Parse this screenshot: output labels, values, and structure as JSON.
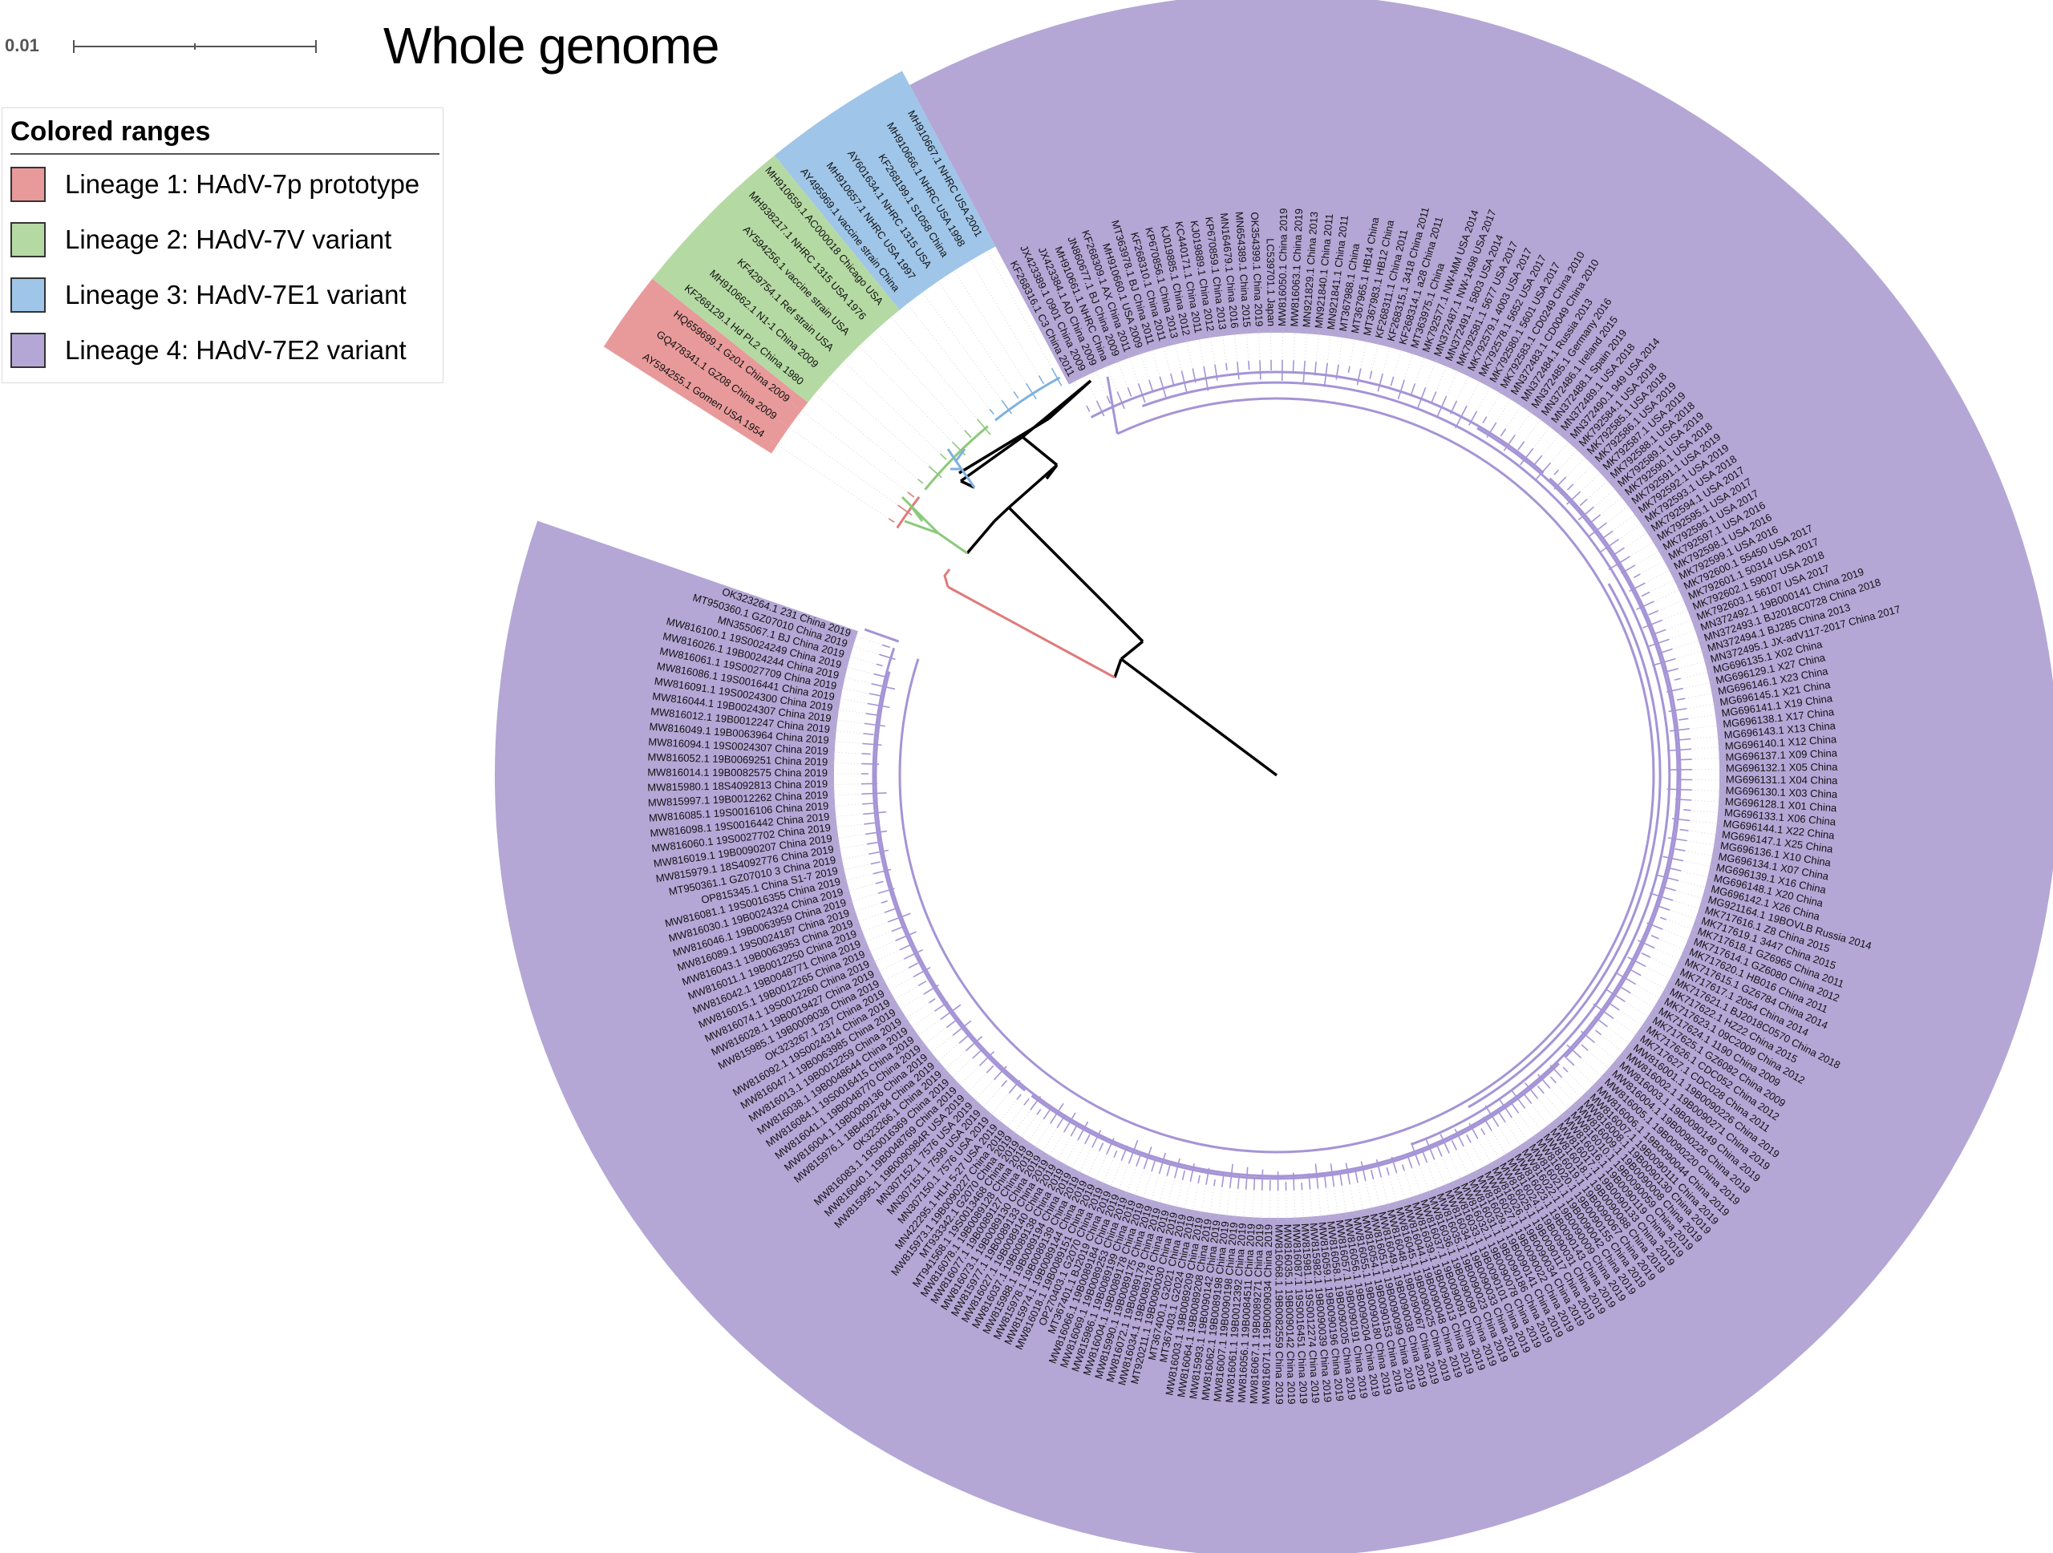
{
  "title": "Whole genome",
  "scale_bar": {
    "label": "0.01"
  },
  "legend": {
    "title": "Colored ranges",
    "items": [
      {
        "label": "Lineage 1: HAdV-7p prototype",
        "color": "#e89a9a"
      },
      {
        "label": "Lineage 2: HAdV-7V variant",
        "color": "#b5d9a3"
      },
      {
        "label": "Lineage 3: HAdV-7E1 variant",
        "color": "#9fc5e8"
      },
      {
        "label": "Lineage 4: HAdV-7E2 variant",
        "color": "#b4a7d6"
      }
    ]
  },
  "branch_colors": {
    "lineage1": "#e07a7a",
    "lineage2": "#8cc97a",
    "lineage3": "#7fb1e0",
    "lineage4": "#a594d6",
    "backbone": "#000000"
  },
  "leaves": {
    "lineage1": [
      "AY594255.1 Gomen USA 1954",
      "GQ478341.1 GZ08 China 2009",
      "HQ659699.1 Gz01 China 2009"
    ],
    "lineage2": [
      "KF268129.1 Hd PL2 China 1980",
      "MH910662.1 N1-1 China 2009",
      "KF429754.1 Ref strain USA",
      "AY594256.1 vaccine strain USA",
      "MH938217.1 NHRC 1315 USA 1976",
      "MH910659.1 AC000018 Chicago USA"
    ],
    "lineage3": [
      "AY495969.1 vaccine strain China",
      "MH910657.1 NHRC USA 1997",
      "AY601634.1 NHRC 1315 USA",
      "KF268199.1 S1058 China",
      "MH910666.1 NHRC USA 1998",
      "MH910667.1 NHRC USA 2001"
    ],
    "lineage4_top": [
      "KF268316.1 C3 China 2011",
      "JX423389.1 0901 China 2009",
      "JX423384.1 AD China 2009",
      "MH910661.1 NHRC China",
      "JN860677.1 BJ China 2009",
      "KF268309.1 AX China 2011",
      "MH910660.1 USA 2009",
      "MT363978.1 BJ China 2011",
      "KF268310.1 China 2011",
      "KP670856.1 China 2013",
      "KJ019885.1 China 2012",
      "KC440171.1 China 2011",
      "KJ019889.1 China 2012",
      "KP670859.1 China 2013",
      "MN164679.1 China 2016",
      "MN654389.1 China 2015",
      "OK354399.1 China 2019",
      "LC539701.1 Japan",
      "MW816050.1 China 2019",
      "MW816063.1 China 2019",
      "MN921829.1 China 2013",
      "MN921840.1 China 2011",
      "MN921841.1 China 2011",
      "MT367988.1 China",
      "MT367965.1 HB14 China",
      "MT367983.1 HB12 China",
      "KF268311.1 China 2011",
      "KF268315.1 3418 China 2011",
      "KF268314.1 a28 China 2011",
      "MT363975.1 China",
      "MK792577.1 NW-MM USA 2014",
      "MN372487.1 NW-1498 USA 2017",
      "MN372491.1 5803 USA 2014",
      "MK792581.1 5677 USA 2017",
      "MK792579.1 4003 USA 2017",
      "MK792578.1 5652 USA 2017",
      "MK792580.1 5601 USA 2017",
      "MK792583.1 CD0249 China 2010",
      "MN372483.1 CD0049 China 2010",
      "MN372484.1 Russia 2013",
      "MN372485.1 Germany 2016",
      "MN372486.1 Ireland 2015",
      "MN372488.1 Spain 2019",
      "MN372489.1 USA 2018",
      "MN372490.1 949 USA 2014"
    ],
    "lineage4_right": [
      "MK792584.1 USA 2018",
      "MK792585.1 USA 2018",
      "MK792586.1 USA 2019",
      "MK792587.1 USA 2019",
      "MK792588.1 USA 2018",
      "MK792589.1 USA 2019",
      "MK792590.1 USA 2018",
      "MK792591.1 USA 2019",
      "MK792592.1 USA 2019",
      "MK792593.1 USA 2018",
      "MK792594.1 USA 2017",
      "MK792595.1 USA 2017",
      "MK792596.1 USA 2017",
      "MK792597.1 USA 2016",
      "MK792598.1 USA 2016",
      "MK792599.1 USA 2016",
      "MK792600.1 55450 USA 2017",
      "MK792601.1 50314 USA 2017",
      "MK792602.1 59007 USA 2018",
      "MK792603.1 56107 USA 2017",
      "MN372492.1 19B000141 China 2019",
      "MN372493.1 BJ2018C0728 China 2018",
      "MN372494.1 BJ285 China 2013",
      "MN372495.1 JX-adV117-2017 China 2017",
      "MG696135.1 X02 China",
      "MG696129.1 X27 China",
      "MG696146.1 X23 China",
      "MG696145.1 X21 China",
      "MG696141.1 X19 China",
      "MG696138.1 X17 China",
      "MG696143.1 X13 China",
      "MG696140.1 X12 China",
      "MG696137.1 X09 China",
      "MG696132.1 X05 China",
      "MG696131.1 X04 China",
      "MG696130.1 X03 China",
      "MG696128.1 X01 China",
      "MG696133.1 X06 China",
      "MG696144.1 X22 China",
      "MG696147.1 X25 China",
      "MG696136.1 X10 China",
      "MG696134.1 X07 China",
      "MG696139.1 X16 China",
      "MG696148.1 X20 China",
      "MG696142.1 X26 China",
      "MG921164.1 19BOVLB Russia 2014",
      "MK717616.1 Z8 China 2015",
      "MK717619.1 3447 China 2015",
      "MK717618.1 GZ6965 China 2011",
      "MK717614.1 GZ6080 China 2012",
      "MK717620.1 HB016 China 2011",
      "MK717615.1 GZ6784 China 2014",
      "MK717617.1 2054 China 2014",
      "MK717621.1 BJ2018C0570 China 2018",
      "MK717622.1 HZ22 China 2015",
      "MK717623.1 09C2009 China 2012",
      "MK717624.1 1190 China 2009",
      "MK717625.1 GZ6082 China 2009",
      "MK717626.1 CDC052 China 2012",
      "MK717627.1 CDC028 China 2011",
      "MW816001.1 19B0090226 China 2019",
      "MW816002.1 19B0090271 China 2019",
      "MW816003.1 19B0090149 China 2019",
      "MW816004.1 19B0090226 China 2019",
      "MW816005.1 19B0090220 China 2019",
      "MW816006.1 19B0090044 China 2019"
    ],
    "lineage4_bottom": [
      "MW816007.1 19B0090111 China 2019",
      "MW816008.1 19B0090130 China 2019",
      "MW816009.1 19B0090008 China 2019",
      "MW816010.1 19B0090059 China 2019",
      "MW816016.1 19B0090119 China 2019",
      "MW816017.1 19B0090133 China 2019",
      "MW816018.1 19B0090088 China 2019",
      "MW816019.1 19B0090067 China 2019",
      "MW816020.1 19B0090155 China 2019",
      "MW816021.1 19B0090042 China 2019",
      "MW816022.1 19B0090009 China 2019",
      "MW816023.1 19B0090143 China 2019",
      "MW816024.1 19B0090031 China 2019",
      "MW816025.1 19B0090117 China 2019",
      "MW816026.1 19B0090034 China 2019",
      "MW816027.1 19B0090022 China 2019",
      "MW816029.1 19B0090141 China 2019",
      "MW816031.1 19B0090186 China 2019",
      "MW816032.1 19B0090078 China 2019",
      "MW816033.1 19B0090101 China 2019",
      "MW816034.1 19B0090033 China 2019",
      "MW816035.1 19B0090023 China 2019",
      "MW816036.1 19B0090090 China 2019",
      "MW816037.1 19B0090091 China 2019",
      "MW816039.1 19B0090013 China 2019",
      "MW816044.1 19B0090048 China 2019",
      "MW816045.1 19B0090025 China 2019",
      "MW816048.1 19B0090067 China 2019",
      "MW816049.1 19B0090038 China 2019",
      "MW816051.1 19B0090099 China 2019",
      "MW816054.1 19B0090153 China 2019",
      "MW816055.1 19B0090180 China 2019",
      "MW816056.1 19B0090204 China 2019",
      "MW816057.1 19B0090191 China 2019",
      "MW816058.1 19B0090205 China 2019",
      "MW816059.1 19B0090196 China 2019",
      "MW815982.1 19B0090039 China 2019",
      "MW815981.1 19S0012274 China 2019",
      "MW816087.1 19S0016451 China 2019",
      "MW816035.1 19B0090142 China 2019",
      "MW816068.1 19B0082559 China 2019",
      "MW816071.1 19B0009034 China 2019",
      "MW816067.1 19B0089271 China 2019",
      "MW816056.1 19B0084511 China 2019",
      "MW816061.1 19B0012392 China 2019",
      "MW816007.1 19B0090198 China 2019",
      "MW816062.1 19B0089198 China 2019",
      "MW815993.1 19B0090142 China 2019",
      "MW816064.1 19B0089208 China 2019",
      "MW816003.1 19B0089209 China 2019",
      "MT367403.1 G2024 China 2019",
      "MT367400.1 G2021 China 2019",
      "MT920211.1 19B0090030 China 2019",
      "MW816034.1 19B0089176 China 2019",
      "MW816072.1 19B0089179 China 2019",
      "MW815990.1 19B0089175 China 2019",
      "MW816004.1 19B0089178 China 2019",
      "MW815986.1 19B0089199 China 2019",
      "MW816069.1 19B0089253 China 2019",
      "MW816066.1 19B0089184 China 2019",
      "MT367401.1 BJ2019 China 2019",
      "OP270403.1 G2070 China 2019",
      "MW816018.1 19B0089151 China 2019",
      "MW815974.1 19B0089144 China 2019",
      "MW815978.1 19B0089139 China 2019",
      "MW815988.1 19B0089194 China 2019",
      "MW816037.1 19B0089138 China 2019",
      "MW816027.1 19B0089140 China 2019",
      "MW815977.1 19B0089133 China 2019",
      "MW816073.1 19B0089130 China 2019",
      "MW816077.1 19B0089127 China 2019",
      "MW816078.1 19B0089128 China 2019",
      "MT941568.1 19S0013468 China 2019",
      "MT933342.1 G2070 China 2019",
      "MW815973.1 19B0090227 China 2019"
    ],
    "lineage4_left": [
      "MN422295.1 HLH 5-27 USA 2019",
      "MN307150.1 7576 USA 2019",
      "MN307151.1 7599 USA 2019",
      "MN307152.1 7576 USA 2019",
      "MW815995.1 19B0090984R USA 2019",
      "MW816040.1 19B0048769 China 2019",
      "MW816083.1 19S0016369 China 2019",
      "OK323266.1 China 2019",
      "MW815976.1 18B4092784 China 2019",
      "MW816004.1 19B0009136 China 2019",
      "MW816041.1 19B0048770 China 2019",
      "MW816084.1 19S0016415 China 2019",
      "MW816038.1 19B0048644 China 2019",
      "MW816013.1 19B0012259 China 2019",
      "MW816047.1 19B0063985 China 2019",
      "MW816092.1 19S0024314 China 2019",
      "OK323267.1 237 China 2019",
      "MW815985.1 19B0009038 China 2019",
      "MW816028.1 19B0019427 China 2019",
      "MW816074.1 19S0012260 China 2019",
      "MW816015.1 19B0012265 China 2019",
      "MW816042.1 19B0048771 China 2019",
      "MW816011.1 19B0012250 China 2019",
      "MW816043.1 19B0063953 China 2019",
      "MW816089.1 19S0024187 China 2019",
      "MW816046.1 19B0063959 China 2019",
      "MW816030.1 19B0024324 China 2019",
      "MW816081.1 19S0016355 China 2019",
      "OP815345.1 China S1-7 2019",
      "MT950361.1 GZ07010 3 China 2019",
      "MW815979.1 18S4092776 China 2019",
      "MW816019.1 19B0090207 China 2019",
      "MW816060.1 19S0027702 China 2019",
      "MW816098.1 19S0016442 China 2019",
      "MW816085.1 19S0016106 China 2019",
      "MW815997.1 19B0012262 China 2019",
      "MW815980.1 18S4092813 China 2019",
      "MW816014.1 19B0082575 China 2019",
      "MW816052.1 19B0069251 China 2019",
      "MW816094.1 19S0024307 China 2019",
      "MW816049.1 19B0063964 China 2019",
      "MW816012.1 19B0012247 China 2019",
      "MW816044.1 19B0024307 China 2019",
      "MW816091.1 19S0024300 China 2019",
      "MW816086.1 19S0016441 China 2019",
      "MW816061.1 19S0027709 China 2019",
      "MW816026.1 19B0024244 China 2019",
      "MW816100.1 19S0024249 China 2019",
      "MN355067.1 BJ China 2019",
      "MT950360.1 GZ07010 China 2019",
      "OK323264.1 231 China 2019"
    ]
  }
}
